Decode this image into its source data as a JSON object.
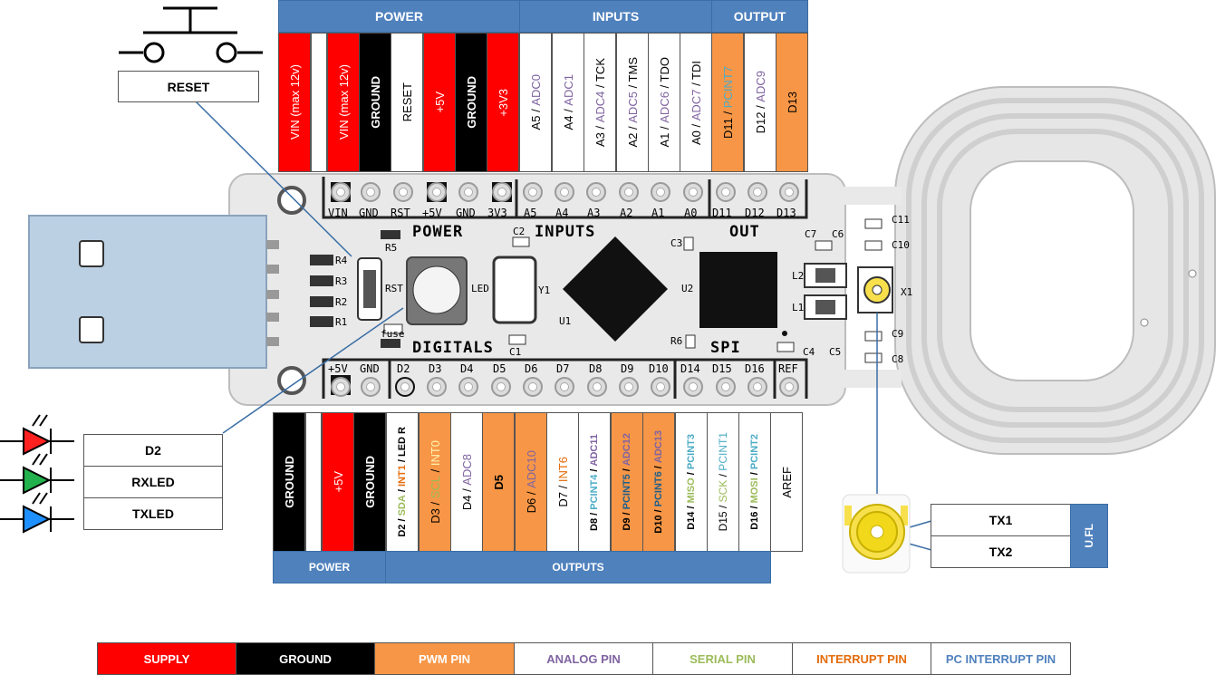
{
  "top_headers": {
    "power": "POWER",
    "inputs": "INPUTS",
    "output": "OUTPUT"
  },
  "top_pins": {
    "vin1": {
      "main": "VIN (max 12v)"
    },
    "vin2": {
      "main": "VIN (max 12v)"
    },
    "ground1": {
      "main": "GROUND"
    },
    "reset": {
      "main": "RESET"
    },
    "v5": {
      "main": "+5V"
    },
    "ground2": {
      "main": "GROUND"
    },
    "v33": {
      "main": "+3V3"
    },
    "a5": {
      "main": "A5 / ",
      "alt": "ADC0"
    },
    "a4": {
      "main": "A4 / ",
      "alt": "ADC1"
    },
    "a3": {
      "main": "A3 / ",
      "alt": "ADC4",
      "tail": " / TCK"
    },
    "a2": {
      "main": "A2 / ",
      "alt": "ADC5",
      "tail": " / TMS"
    },
    "a1": {
      "main": "A1 / ",
      "alt": "ADC6",
      "tail": " / TDO"
    },
    "a0": {
      "main": "A0 / ",
      "alt": "ADC7",
      "tail": " / TDI"
    },
    "d11": {
      "main": "D11 / ",
      "alt": "PCINT7"
    },
    "d12": {
      "main": "D12 / ",
      "alt": "ADC9"
    },
    "d13": {
      "main": "D13"
    }
  },
  "bottom_pins": {
    "ground1": "GROUND",
    "v5": "+5V",
    "ground2": "GROUND",
    "d2": {
      "main": "D2 / ",
      "serial": "SDA",
      "sep": " / ",
      "intr": "INT1",
      "tail": " / LED R"
    },
    "d3": {
      "main": "D3 / ",
      "serial": "SCL",
      "sep": " / ",
      "intr": "INT0"
    },
    "d4": {
      "main": "D4 / ",
      "alt": "ADC8"
    },
    "d5": {
      "main": "D5"
    },
    "d6": {
      "main": "D6 / ",
      "alt": "ADC10"
    },
    "d7": {
      "main": "D7 / ",
      "intr": "INT6"
    },
    "d8": {
      "main": "D8 / ",
      "pcint": "PCINT4",
      "sep": " / ",
      "alt": "ADC11"
    },
    "d9": {
      "main": "D9 / ",
      "pcint": "PCINT5",
      "sep": " / ",
      "alt": "ADC12"
    },
    "d10": {
      "main": "D10 / ",
      "pcint": "PCINT6",
      "sep": " / ",
      "alt": "ADC13"
    },
    "d14": {
      "main": "D14 / ",
      "serial": "MISO",
      "sep": " / ",
      "pcint": "PCINT3"
    },
    "d15": {
      "main": "D15 / ",
      "serial": "SCK",
      "sep": " / ",
      "pcint": "PCINT1"
    },
    "d16": {
      "main": "D16 / ",
      "serial": "MOSI",
      "sep": " / ",
      "pcint": "PCINT2"
    },
    "aref": "AREF"
  },
  "bottom_headers": {
    "power": "POWER",
    "outputs": "OUTPUTS"
  },
  "labels": {
    "reset": "RESET",
    "d2": "D2",
    "rxled": "RXLED",
    "txled": "TXLED",
    "tx1": "TX1",
    "tx2": "TX2",
    "ufl": "U.FL"
  },
  "board": {
    "top_silk": [
      "VIN",
      "GND",
      "RST",
      "+5V",
      "GND",
      "3V3",
      "A5",
      "A4",
      "A3",
      "A2",
      "A1",
      "A0",
      "D11",
      "D12",
      "D13"
    ],
    "bottom_silk": [
      "+5V",
      "GND",
      "D2",
      "D3",
      "D4",
      "D5",
      "D6",
      "D7",
      "D8",
      "D9",
      "D10",
      "D14",
      "D15",
      "D16",
      "REF"
    ],
    "section_power": "POWER",
    "section_inputs": "INPUTS",
    "section_out": "OUT",
    "section_digitals": "DIGITALS",
    "section_spi": "SPI",
    "components": [
      "R5",
      "R4",
      "R3",
      "R2",
      "R1",
      "RST",
      "LED",
      "Y1",
      "U1",
      "C2",
      "C3",
      "U2",
      "R6",
      "C1",
      "C7",
      "C6",
      "C11",
      "C10",
      "L2",
      "L1",
      "X1",
      "C9",
      "C8",
      "C4",
      "C5",
      "fuse"
    ]
  },
  "legend": [
    "SUPPLY",
    "GROUND",
    "PWM PIN",
    "ANALOG PIN",
    "SERIAL PIN",
    "INTERRUPT PIN",
    "PC INTERRUPT PIN"
  ],
  "colors": {
    "supply": "#ff0000",
    "ground": "#000000",
    "pwm": "#f79646",
    "analog": "#8064a2",
    "serial": "#9bbb59",
    "interrupt": "#e46c0a",
    "pcint": "#4bacc6",
    "header": "#4f81bd"
  }
}
